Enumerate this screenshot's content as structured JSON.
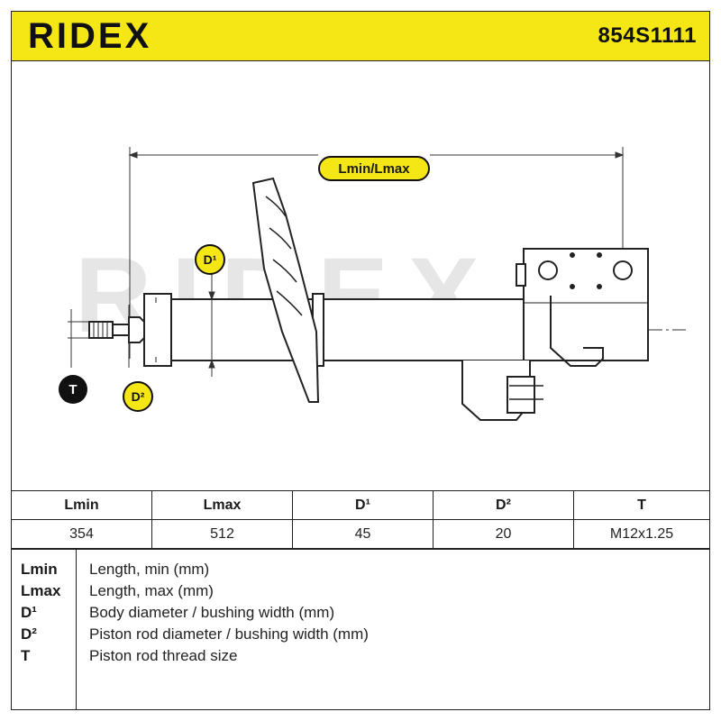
{
  "header": {
    "brand": "RIDEX",
    "part_number": "854S1111"
  },
  "diagram": {
    "watermark": "RIDEX",
    "dimension_label": "Lmin/Lmax",
    "callouts": {
      "d1": "D¹",
      "d2": "D²",
      "t": "T"
    }
  },
  "specs": {
    "headers": [
      "Lmin",
      "Lmax",
      "D¹",
      "D²",
      "T"
    ],
    "values": [
      "354",
      "512",
      "45",
      "20",
      "M12x1.25"
    ]
  },
  "legend": [
    {
      "key": "Lmin",
      "desc": "Length, min (mm)"
    },
    {
      "key": "Lmax",
      "desc": "Length, max (mm)"
    },
    {
      "key": "D¹",
      "desc": "Body diameter / bushing width (mm)"
    },
    {
      "key": "D²",
      "desc": "Piston rod diameter / bushing width (mm)"
    },
    {
      "key": "T",
      "desc": "Piston rod thread size"
    }
  ],
  "colors": {
    "accent": "#f5e616",
    "ink": "#111111",
    "watermark": "#e6e6e6"
  }
}
